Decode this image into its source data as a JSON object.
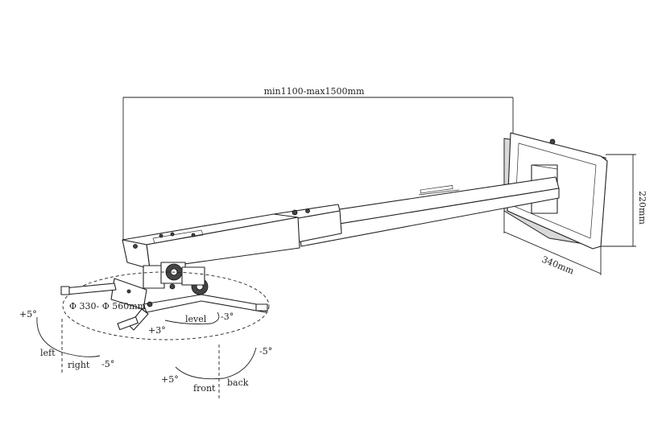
{
  "dimensions": {
    "length": "min1100-max1500mm",
    "height": "220mm",
    "width": "340mm",
    "mount_diameter": "Φ 330- Φ 560mm"
  },
  "adjustments": {
    "level": "level",
    "level_plus": "+3°",
    "level_minus": "-3°",
    "left": "left",
    "right": "right",
    "left_right_plus": "+5°",
    "left_right_minus": "-5°",
    "front": "front",
    "back": "back",
    "front_back_plus": "+5°",
    "front_back_minus": "-5°"
  }
}
